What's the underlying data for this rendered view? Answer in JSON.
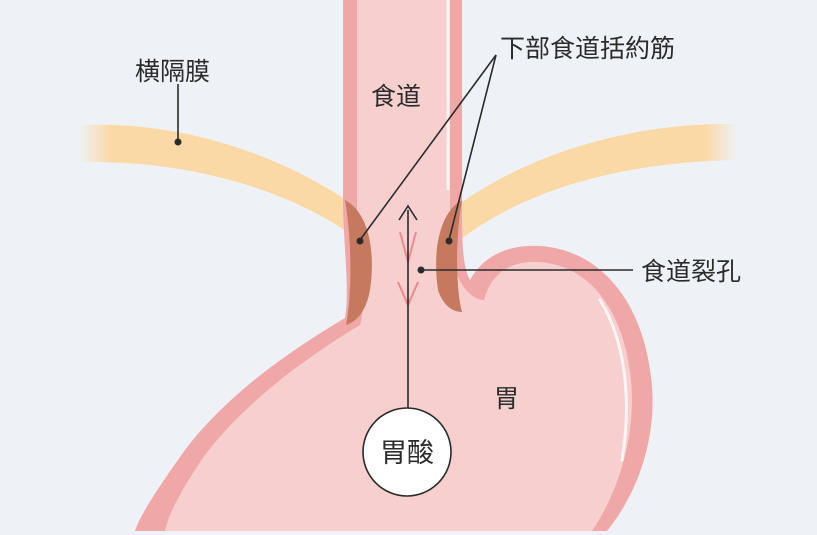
{
  "labels": {
    "diaphragm": "横隔膜",
    "les": "下部食道括約筋",
    "esophagus": "食道",
    "hiatus": "食道裂孔",
    "stomach": "胃",
    "acid": "胃酸"
  },
  "colors": {
    "background": "#eef2f6",
    "diaphragm": "#fbd9a6",
    "organ_outline": "#efa7a7",
    "organ_fill": "#f7cfcf",
    "organ_highlight": "#fdf4f4",
    "sphincter": "#c57a5f",
    "sphincter_dark": "#a95f47",
    "reflux_mark": "#ea8a8a",
    "line": "#2b2b2b"
  }
}
